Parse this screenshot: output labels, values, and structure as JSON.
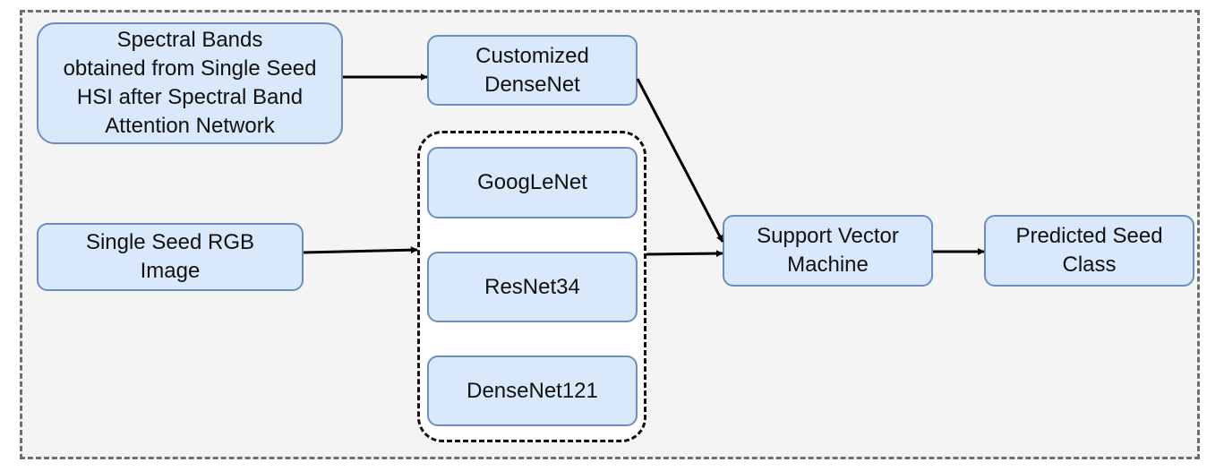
{
  "diagram": {
    "nodes": {
      "spectral_bands": "Spectral Bands\nobtained from Single Seed\nHSI after Spectral Band\nAttention Network",
      "customized_densenet": "Customized\nDenseNet",
      "rgb_image": "Single Seed RGB\nImage",
      "googlenet": "GoogLeNet",
      "resnet34": "ResNet34",
      "densenet121": "DenseNet121",
      "svm": "Support Vector\nMachine",
      "predicted_class": "Predicted Seed\nClass"
    },
    "edges": [
      {
        "from": "spectral_bands",
        "to": "customized_densenet"
      },
      {
        "from": "customized_densenet",
        "to": "svm"
      },
      {
        "from": "rgb_image",
        "to": "cnn_group"
      },
      {
        "from": "cnn_group",
        "to": "svm"
      },
      {
        "from": "svm",
        "to": "predicted_class"
      }
    ],
    "colors": {
      "node_fill": "#d9e8fb",
      "node_border": "#6c8ebf",
      "frame_fill": "#f4f4f4",
      "frame_border": "#6e6e6e",
      "arrow": "#000000"
    }
  }
}
